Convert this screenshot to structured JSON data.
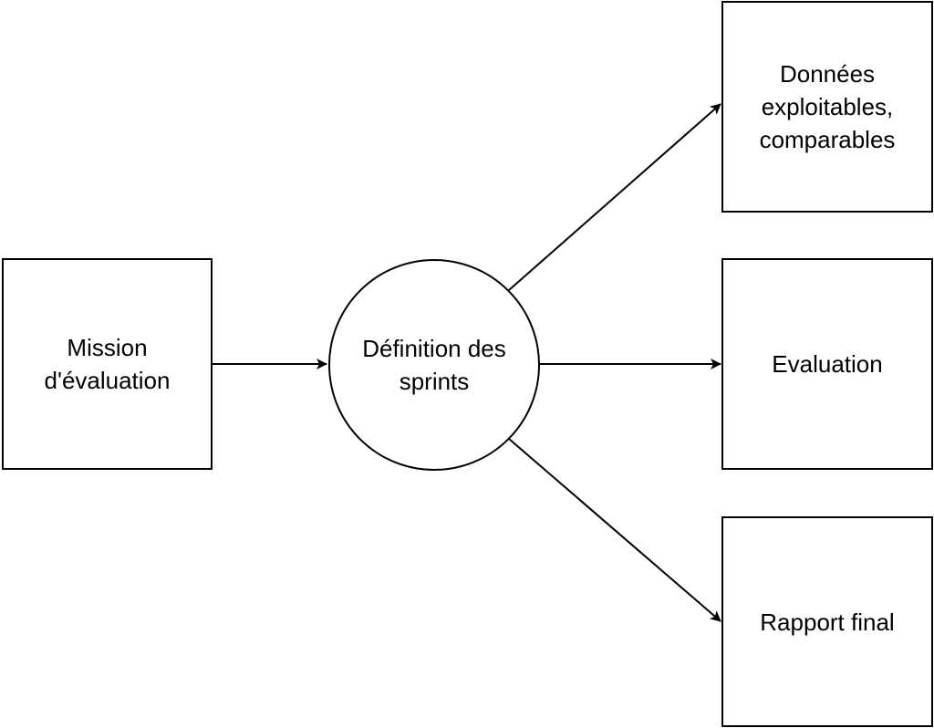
{
  "nodes": {
    "mission": {
      "lines": [
        "Mission",
        "d'évaluation"
      ]
    },
    "sprints": {
      "lines": [
        "Définition des",
        "sprints"
      ]
    },
    "donnees": {
      "lines": [
        "Données",
        "exploitables,",
        "comparables"
      ]
    },
    "evaluation": {
      "lines": [
        "Evaluation"
      ]
    },
    "rapport": {
      "lines": [
        "Rapport final"
      ]
    }
  },
  "edges": [
    {
      "from": "mission",
      "to": "sprints"
    },
    {
      "from": "sprints",
      "to": "donnees"
    },
    {
      "from": "sprints",
      "to": "evaluation"
    },
    {
      "from": "sprints",
      "to": "rapport"
    }
  ],
  "colors": {
    "stroke": "#000000",
    "fill": "#ffffff",
    "text": "#000000"
  }
}
